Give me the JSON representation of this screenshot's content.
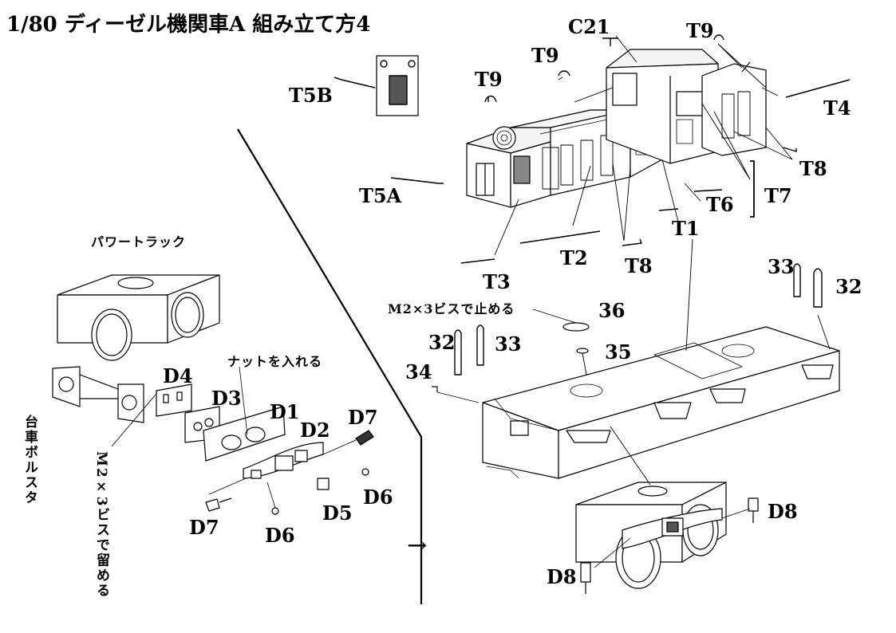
{
  "title": "1/80 ディーゼル機関車A 組み立て方4",
  "notes": {
    "power_truck": "パワートラック",
    "insert_nut": "ナットを入れる",
    "screw_stop": "M2×3ビスで止める",
    "bolster": "台車ボルスタ",
    "screw_fasten": "M2×3ビスで留める"
  },
  "parts": {
    "C21": "C21",
    "T9_a": "T9",
    "T9_b": "T9",
    "T9_c": "T9",
    "T5B": "T5B",
    "T5A": "T5A",
    "T4": "T4",
    "T8_a": "T8",
    "T8_b": "T8",
    "T7": "T7",
    "T6": "T6",
    "T1": "T1",
    "T2": "T2",
    "T3": "T3",
    "p33_a": "33",
    "p32_a": "32",
    "p36": "36",
    "p32_b": "32",
    "p33_b": "33",
    "p35": "35",
    "p34": "34",
    "D4": "D4",
    "D3": "D3",
    "D1": "D1",
    "D2": "D2",
    "D7_a": "D7",
    "D7_b": "D7",
    "D6_a": "D6",
    "D6_b": "D6",
    "D5": "D5",
    "D8_a": "D8",
    "D8_b": "D8"
  },
  "arrow": "→"
}
